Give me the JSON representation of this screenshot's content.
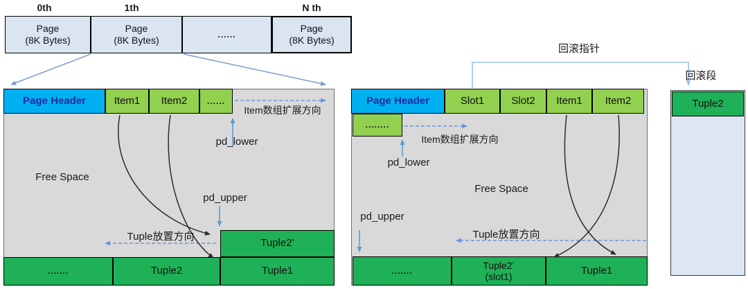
{
  "colors": {
    "page_box_fill": "#dbe5f1",
    "page_body_fill": "#d9d9d9",
    "header_fill": "#00b0f0",
    "header_text": "#1f2aa3",
    "item_fill": "#92d050",
    "tuple_fill": "#1fb157",
    "rollback_fill": "#dde6f3",
    "blue_arrow": "#5b9bd5",
    "dashed_arrow": "#6a96d8",
    "fan_line": "#7e9cd3",
    "rollback_line": "#9dc1e6",
    "curve_arrow": "#2b2b2b"
  },
  "page_array": {
    "index_labels": [
      "0th",
      "1th",
      "N th"
    ],
    "page_line1": "Page",
    "page_line2": "(8K Bytes)",
    "ellipsis": "......"
  },
  "left_page": {
    "header": "Page Header",
    "items": [
      "Item1",
      "Item2",
      "......"
    ],
    "item_direction_label": "Item数组扩展方向",
    "pd_lower_label": "pd_lower",
    "free_space_label": "Free Space",
    "pd_upper_label": "pd_upper",
    "tuple_direction_label": "Tuple放置方向",
    "tuple2_new_label": "Tuple2’",
    "bottom_ellipsis": ".......",
    "tuple2_label": "Tuple2",
    "tuple1_label": "Tuple1"
  },
  "right_page": {
    "header": "Page Header",
    "slots": [
      "Slot1",
      "Slot2",
      "Item1",
      "Item2"
    ],
    "row2_ellipsis": "........",
    "item_direction_label": "Item数组扩展方向",
    "pd_lower_label": "pd_lower",
    "free_space_label": "Free Space",
    "pd_upper_label": "pd_upper",
    "tuple_direction_label": "Tuple放置方向",
    "bottom_ellipsis": ".......",
    "tuple2_new_line1": "Tuple2’",
    "tuple2_new_line2": "(slot1)",
    "tuple1_label": "Tuple1"
  },
  "rollback": {
    "pointer_label": "回滚指针",
    "segment_label": "回滚段",
    "tuple_label": "Tuple2"
  }
}
